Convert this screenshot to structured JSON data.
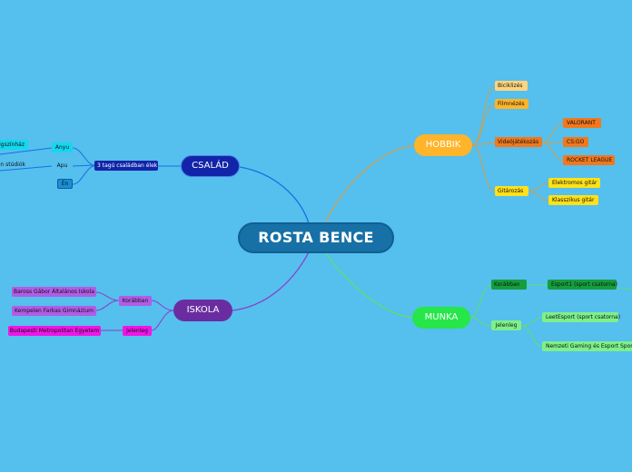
{
  "root": {
    "label": "ROSTA BENCE"
  },
  "branches": {
    "csalad": {
      "label": "CSALÁD",
      "color": "#1225a8",
      "group": "3 tagú családban élek",
      "members": [
        "Anyu",
        "Apu",
        "Én"
      ],
      "member_notes": [
        "Vigszínház",
        "ron stúdiók"
      ]
    },
    "iskola": {
      "label": "ISKOLA",
      "color": "#6a2da1",
      "korabban": "Korábban",
      "korabban_items": [
        "Baross Gábor Általános Iskola",
        "Kempelen Farkas Gimnázium"
      ],
      "jelenleg": "Jelenleg",
      "jelenleg_items": [
        "Budapesti Metropolitan Egyetem"
      ]
    },
    "hobbik": {
      "label": "HOBBIK",
      "color": "#ffb42a",
      "items": [
        "Biciklizés",
        "Filmnézés",
        "Videójátékozás",
        "Gitározás"
      ],
      "games": [
        "VALORANT",
        "CS:GO",
        "ROCKET LEAGUE"
      ],
      "guitars": [
        "Elektromos gitár",
        "Klasszikus gitár"
      ]
    },
    "munka": {
      "label": "MUNKA",
      "color": "#26e64a",
      "korabban": "Korábban",
      "korabban_items": [
        "Esport1 (sport csatorna)"
      ],
      "jelenleg": "Jelenleg",
      "jelenleg_items": [
        "LeetEsport (sport csatorna)",
        "Nemzeti Gaming és Esport Sportág"
      ]
    }
  }
}
